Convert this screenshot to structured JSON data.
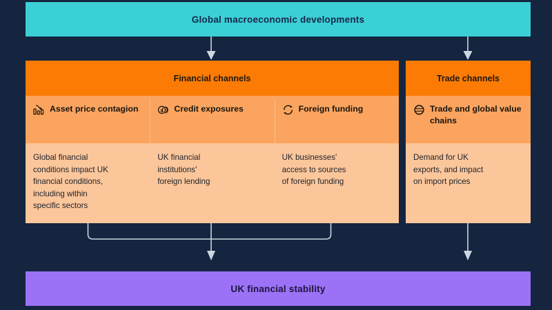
{
  "diagram": {
    "top_banner": {
      "label": "Global macroeconomic developments",
      "color": "#3bd0d6"
    },
    "bottom_banner": {
      "label": "UK financial stability",
      "color": "#9b72f5"
    },
    "background_color": "#15253f",
    "connector_color": "#ccd6e0",
    "panels": [
      {
        "title": "Financial channels",
        "header_color": "#fc7b05",
        "subheader_color": "#fba45f",
        "body_color": "#fcc69b",
        "columns": [
          {
            "icon": "chart-down-icon",
            "title": "Asset price\ncontagion",
            "body": "Global financial\nconditions impact UK\nfinancial conditions,\nincluding within\nspecific sectors"
          },
          {
            "icon": "coins-pound-icon",
            "title": "Credit exposures",
            "body": "UK financial\ninstitutions'\nforeign lending"
          },
          {
            "icon": "exchange-refresh-icon",
            "title": "Foreign funding",
            "body": "UK businesses'\naccess to sources\nof foreign funding"
          }
        ]
      },
      {
        "title": "Trade channels",
        "header_color": "#fc7b05",
        "subheader_color": "#fba45f",
        "body_color": "#fcc69b",
        "columns": [
          {
            "icon": "globe-icon",
            "title": "Trade and global\nvalue chains",
            "body": "Demand for UK\nexports, and impact\non import prices"
          }
        ]
      }
    ]
  }
}
